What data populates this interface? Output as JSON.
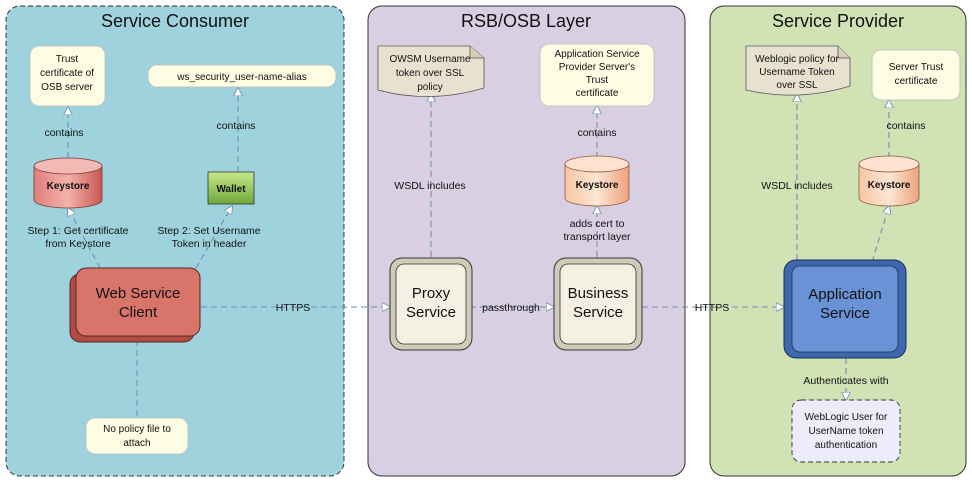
{
  "lanes": {
    "consumer": "Service Consumer",
    "bus": "RSB/OSB Layer",
    "provider": "Service Provider"
  },
  "consumer": {
    "trust_cert": [
      "Trust",
      "certificate of",
      "OSB server"
    ],
    "alias": "ws_security_user-name-alias",
    "contains_1": "contains",
    "contains_2": "contains",
    "keystore": "Keystore",
    "wallet": "Wallet",
    "step1": [
      "Step 1: Get certificate",
      "from Keystore"
    ],
    "step2": [
      "Step 2: Set Username",
      "Token in header"
    ],
    "client": [
      "Web Service",
      "Client"
    ],
    "no_policy": [
      "No policy file to",
      "attach"
    ]
  },
  "bus": {
    "owsm_policy": [
      "OWSM Username",
      "token over SSL",
      "policy"
    ],
    "provider_trust": [
      "Application Service",
      "Provider Server's",
      "Trust",
      "certificate"
    ],
    "contains": "contains",
    "wsdl_includes": "WSDL includes",
    "keystore": "Keystore",
    "adds_cert": [
      "adds cert to",
      "transport layer"
    ],
    "proxy": [
      "Proxy",
      "Service"
    ],
    "business": [
      "Business",
      "Service"
    ],
    "passthrough": "passthrough"
  },
  "provider": {
    "weblogic_policy": [
      "Weblogic policy for",
      "Username Token",
      "over SSL"
    ],
    "server_trust": [
      "Server Trust",
      "certificate"
    ],
    "contains": "contains",
    "wsdl_includes": "WSDL includes",
    "keystore": "Keystore",
    "app_service": [
      "Application",
      "Service"
    ],
    "authenticates": "Authenticates with",
    "weblogic_user": [
      "WebLogic User for",
      "UserName token",
      "authentication"
    ]
  },
  "https_1": "HTTPS",
  "https_2": "HTTPS",
  "colors": {
    "consumer_lane": "#9ed3de",
    "bus_lane": "#d9cfe3",
    "provider_lane": "#d1e3b5",
    "note_fill": "#fdfde3",
    "policy_fill": "#e8e1cf",
    "client_fill": "#d9746a",
    "app_fill": "#6a92d6",
    "service_fill": "#f3f1e3",
    "connector": "#6f8fb3"
  }
}
